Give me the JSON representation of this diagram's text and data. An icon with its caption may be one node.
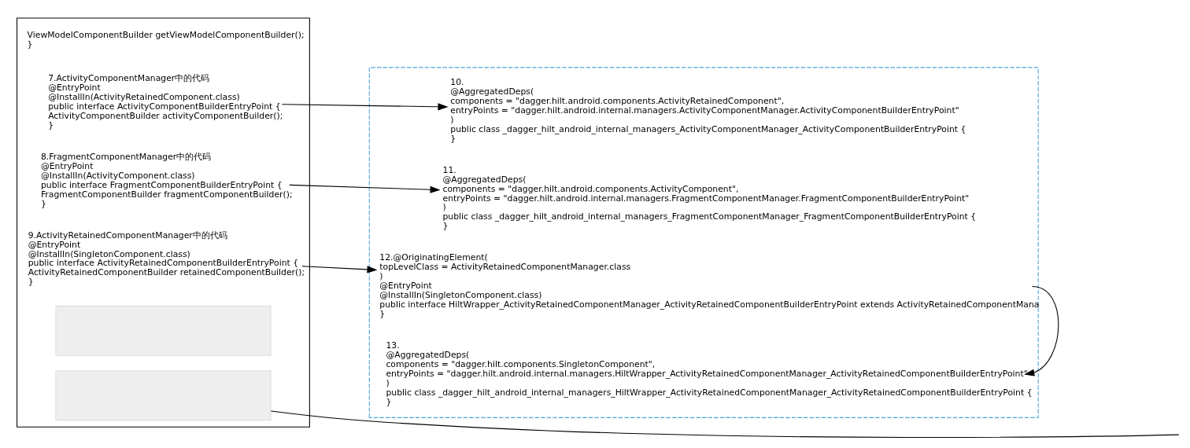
{
  "diagram": {
    "nodes": [
      {
        "text": [],
        "shape": "box"
      },
      {
        "text": [
          "ViewModelComponentBuilder getViewModelComponentBuilder();",
          "}"
        ],
        "in": 0
      },
      {
        "text": [
          "7.ActivityComponentManager中的代码",
          "@EntryPoint",
          "@InstallIn(ActivityRetainedComponent.class)",
          "public interface ActivityComponentBuilderEntryPoint {",
          "ActivityComponentBuilder activityComponentBuilder();",
          "}"
        ],
        "in": 0
      },
      {
        "text": [
          "8.FragmentComponentManager中的代码",
          "@EntryPoint",
          "@InstallIn(ActivityComponent.class)",
          "public interface FragmentComponentBuilderEntryPoint {",
          "FragmentComponentBuilder fragmentComponentBuilder();",
          "}"
        ],
        "in": 0
      },
      {
        "text": [
          "9.ActivityRetainedComponentManager中的代码",
          "@EntryPoint",
          "@InstallIn(SingletonComponent.class)",
          "public interface ActivityRetainedComponentBuilderEntryPoint {",
          "ActivityRetainedComponentBuilder retainedComponentBuilder();",
          "}"
        ],
        "in": 0
      },
      {
        "text": [],
        "shape": "box",
        "in": 0
      },
      {
        "text": [],
        "shape": "box",
        "in": 0
      },
      {
        "text": [],
        "shape": "box"
      },
      {
        "text": [
          "10.",
          "@AggregatedDeps(",
          "components = \"dagger.hilt.android.components.ActivityRetainedComponent\",",
          "entryPoints = \"dagger.hilt.android.internal.managers.ActivityComponentManager.ActivityComponentBuilderEntryPoint\"",
          ")",
          "public class _dagger_hilt_android_internal_managers_ActivityComponentManager_ActivityComponentBuilderEntryPoint {",
          "}"
        ],
        "in": 7
      },
      {
        "text": [
          "11.",
          "@AggregatedDeps(",
          "components = \"dagger.hilt.android.components.ActivityComponent\",",
          "entryPoints = \"dagger.hilt.android.internal.managers.FragmentComponentManager.FragmentComponentBuilderEntryPoint\"",
          ")",
          "public class _dagger_hilt_android_internal_managers_FragmentComponentManager_FragmentComponentBuilderEntryPoint {",
          "}"
        ],
        "in": 7
      },
      {
        "text": [
          "12.@OriginatingElement(",
          "topLevelClass = ActivityRetainedComponentManager.class",
          ")",
          "@EntryPoint",
          "@InstallIn(SingletonComponent.class)",
          "public interface HiltWrapper_ActivityRetainedComponentManager_ActivityRetainedComponentBuilderEntryPoint extends ActivityRetainedComponentMana",
          "}"
        ],
        "in": 7
      },
      {
        "text": [
          "13.",
          "@AggregatedDeps(",
          "components = \"dagger.hilt.components.SingletonComponent\",",
          "entryPoints = \"dagger.hilt.android.internal.managers.HiltWrapper_ActivityRetainedComponentManager_ActivityRetainedComponentBuilderEntryPoint\"",
          ")",
          "public class _dagger_hilt_android_internal_managers_HiltWrapper_ActivityRetainedComponentManager_ActivityRetainedComponentBuilderEntryPoint {",
          "}"
        ],
        "in": 7
      }
    ],
    "edges": [
      {
        "from": 2,
        "to": 8,
        "arrow": "to"
      },
      {
        "from": 3,
        "to": 9,
        "arrow": "to"
      },
      {
        "from": 4,
        "to": 10,
        "arrow": "to"
      },
      {
        "from": 10,
        "to": 11,
        "arrow": "to"
      },
      {
        "from": 6,
        "to": null,
        "arrow": "none"
      }
    ]
  }
}
